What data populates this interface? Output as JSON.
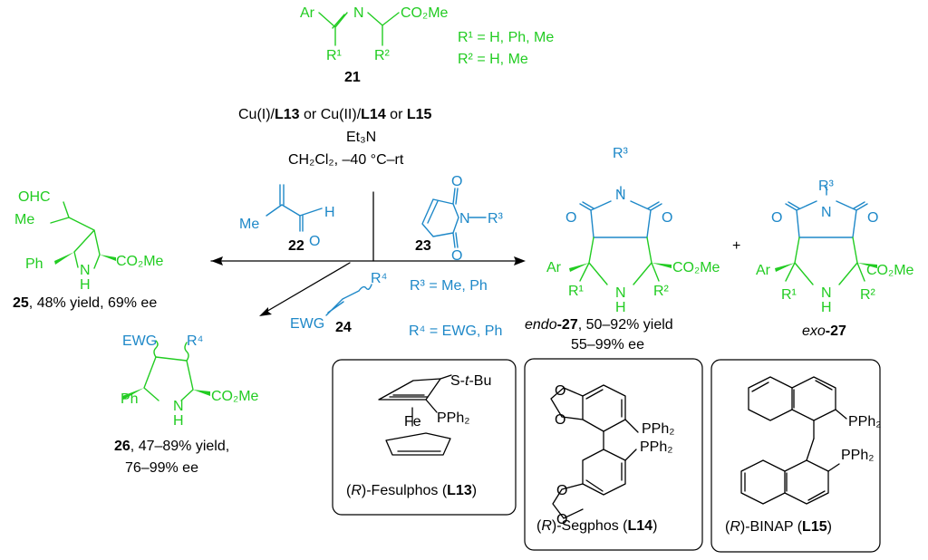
{
  "reactant": {
    "atoms": {
      "ar": "Ar",
      "n": "N",
      "ester": "CO₂Me",
      "r1": "R¹",
      "r2": "R²"
    },
    "number": "21",
    "def_r1": "R¹ = H, Ph, Me",
    "def_r2": "R² = H, Me"
  },
  "conditions": {
    "line1_a": "Cu(I)/",
    "line1_b": "L13",
    "line1_c": " or Cu(II)/",
    "line1_d": "L14",
    "line1_e": " or ",
    "line1_f": "L15",
    "line2": "Et₃N",
    "line3": "CH₂Cl₂, –40 °C–rt"
  },
  "reagent22": {
    "h": "H",
    "o": "O",
    "me": "Me",
    "number": "22"
  },
  "reagent23": {
    "o_top": "O",
    "o_bot": "O",
    "n": "N",
    "r3": "R³",
    "number": "23"
  },
  "reagent24": {
    "ewg": "EWG",
    "r4": "R⁴",
    "number": "24",
    "def_r3": "R³ = Me, Ph",
    "def_r4": "R⁴ = EWG, Ph"
  },
  "product25": {
    "ohc": "OHC",
    "me": "Me",
    "ph": "Ph",
    "n": "N",
    "h": "H",
    "ester": "CO₂Me",
    "label_num": "25",
    "label_rest": ", 48% yield, 69% ee"
  },
  "product26": {
    "ewg": "EWG",
    "r4": "R⁴",
    "ph": "Ph",
    "n": "N",
    "h": "H",
    "ester": "CO₂Me",
    "label_num": "26",
    "label_rest": ", 47–89% yield,",
    "label2": "76–99% ee"
  },
  "product_endo": {
    "r3": "R³",
    "n_top": "N",
    "o_left": "O",
    "o_right": "O",
    "ar": "Ar",
    "ester": "CO₂Me",
    "r1": "R¹",
    "n": "N",
    "h": "H",
    "r2": "R²",
    "label_pre": "endo",
    "label_num": "-27",
    "label_rest": ", 50–92% yield",
    "label2": "55–99% ee"
  },
  "plus": "+",
  "product_exo": {
    "r3": "R³",
    "n_top": "N",
    "o_left": "O",
    "o_right": "O",
    "ar": "Ar",
    "ester": "CO₂Me",
    "r1": "R¹",
    "n": "N",
    "h": "H",
    "r2": "R²",
    "label_pre": "exo",
    "label_num": "-27"
  },
  "ligands": {
    "l13": {
      "st": "S-",
      "t": "t",
      "bu": "-Bu",
      "pph2": "PPh₂",
      "fe": "Fe",
      "c_open": "(",
      "c_r": "R",
      "c_mid": ")-Fesulphos (",
      "c_num": "L13",
      "c_close": ")"
    },
    "l14": {
      "o1": "O",
      "o2": "O",
      "o3": "O",
      "o4": "O",
      "pph2_a": "PPh₂",
      "pph2_b": "PPh₂",
      "c_open": "(",
      "c_r": "R",
      "c_mid": ")-Segphos (",
      "c_num": "L14",
      "c_close": ")"
    },
    "l15": {
      "pph2_a": "PPh₂",
      "pph2_b": "PPh₂",
      "c_open": "(",
      "c_r": "R",
      "c_mid": ")-BINAP (",
      "c_num": "L15",
      "c_close": ")"
    }
  },
  "colors": {
    "product": "#22cc22",
    "reagent": "#1e88c8",
    "text": "#000000"
  }
}
